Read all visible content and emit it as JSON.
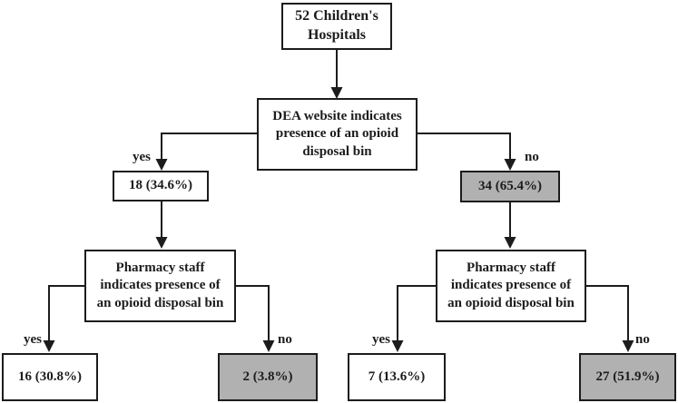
{
  "colors": {
    "line": "#1c1c1c",
    "box_border": "#1c1c1c",
    "white_fill": "#ffffff",
    "gray_fill": "#b1b1b1"
  },
  "flowchart": {
    "root": "52 Children's\nHospitals",
    "level1": {
      "question": "DEA website indicates\npresence of an opioid\ndisposal bin",
      "yes_label": "yes",
      "no_label": "no",
      "yes_count": "18 (34.6%)",
      "no_count": "34 (65.4%)"
    },
    "left_branch": {
      "question": "Pharmacy staff\nindicates presence of\nan opioid disposal bin",
      "yes_label": "yes",
      "no_label": "no",
      "yes_count": "16 (30.8%)",
      "no_count": "2 (3.8%)"
    },
    "right_branch": {
      "question": "Pharmacy staff\nindicates presence of\nan opioid disposal bin",
      "yes_label": "yes",
      "no_label": "no",
      "yes_count": "7 (13.6%)",
      "no_count": "27 (51.9%)"
    }
  }
}
